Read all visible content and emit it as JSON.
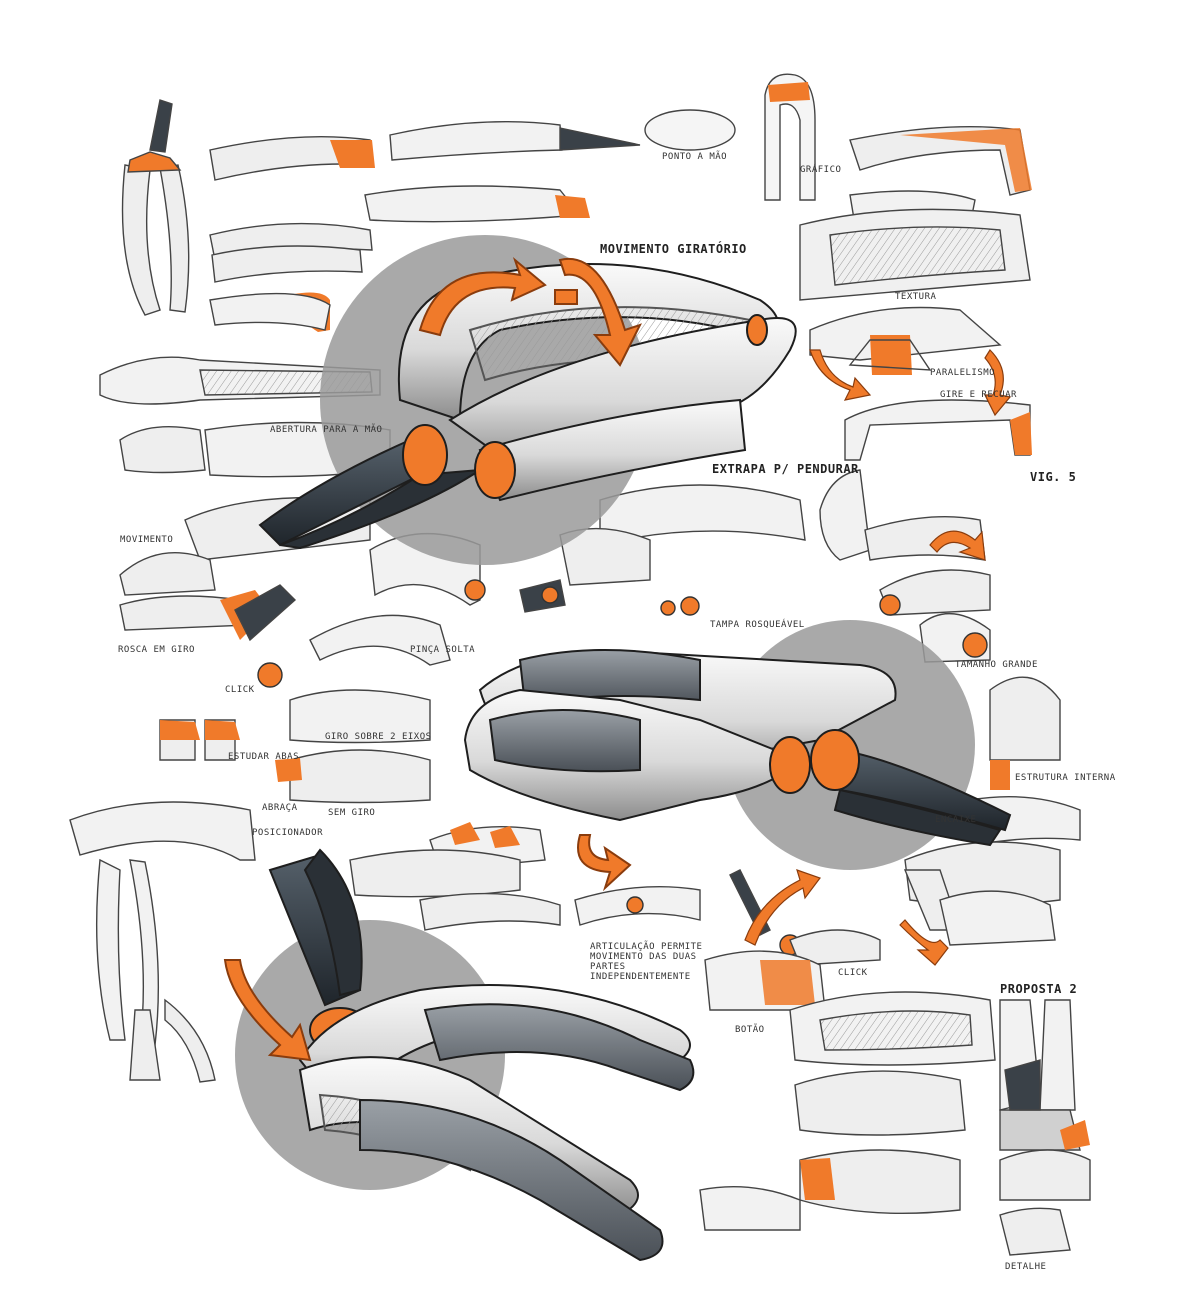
{
  "palette": {
    "accent": "#f07a2a",
    "accent_dark": "#c95a18",
    "ink": "#2b2b2b",
    "steel": "#3a4148",
    "gray_disc": "#9a9a9a",
    "body_light": "#f2f2f2",
    "body_shade": "#b9b9b9",
    "background": "#ffffff"
  },
  "annotations": [
    {
      "id": "movimento",
      "text": "Movimento Giratório",
      "emphasis": true
    },
    {
      "id": "extrapa",
      "text": "Extrapa p/ pendurar",
      "emphasis": true
    },
    {
      "id": "proposta",
      "text": "Proposta 2",
      "emphasis": true
    },
    {
      "id": "vig",
      "text": "Vig. 5",
      "emphasis": true
    },
    {
      "id": "click1",
      "text": "Click"
    },
    {
      "id": "click2",
      "text": "Click"
    },
    {
      "id": "botao",
      "text": "Botão"
    },
    {
      "id": "articulacao",
      "text": "Articulação permite movimento das duas partes independentemente"
    },
    {
      "id": "giro",
      "text": "Giro sobre 2 eixos"
    },
    {
      "id": "estudar",
      "text": "Estudar abas"
    },
    {
      "id": "tampa",
      "text": "Tampa rosqueável"
    },
    {
      "id": "paralelismo",
      "text": "Paralelismo"
    },
    {
      "id": "gire",
      "text": "Gire e recuar"
    },
    {
      "id": "encaixe",
      "text": "Encaixe"
    },
    {
      "id": "sem_giro",
      "text": "Sem giro"
    },
    {
      "id": "abertura",
      "text": "Abertura para a mão"
    },
    {
      "id": "ponto",
      "text": "Ponto a mão"
    },
    {
      "id": "grafico",
      "text": "Gráfico"
    },
    {
      "id": "textura",
      "text": "Textura"
    },
    {
      "id": "movimento2",
      "text": "Movimento"
    },
    {
      "id": "rosca",
      "text": "Rosca em giro"
    },
    {
      "id": "estrutura",
      "text": "Estrutura interna"
    },
    {
      "id": "abraca",
      "text": "Abraça"
    },
    {
      "id": "posicao",
      "text": "Posicionador"
    },
    {
      "id": "pinca",
      "text": "Pinça solta"
    },
    {
      "id": "tamanho",
      "text": "Tamanho grande"
    },
    {
      "id": "detalhe",
      "text": "Detalhe"
    }
  ]
}
